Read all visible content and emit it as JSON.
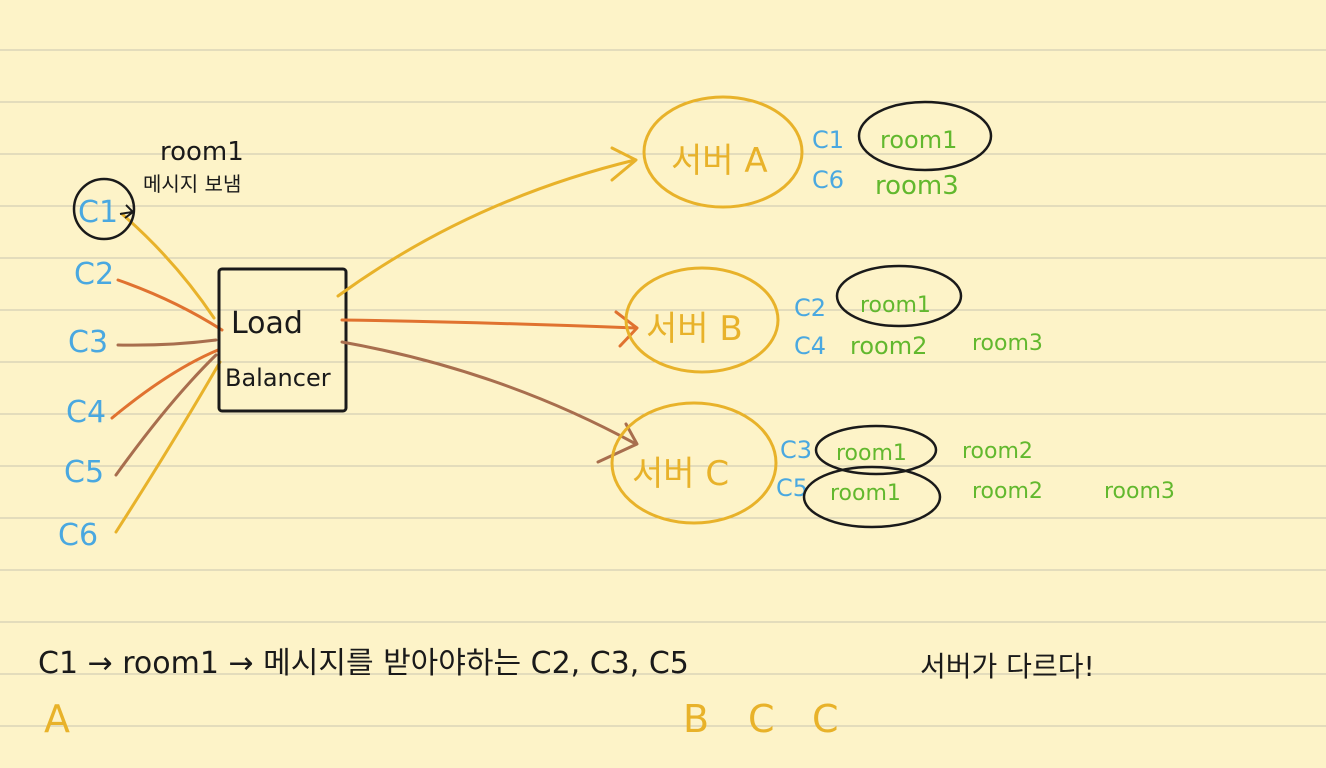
{
  "colors": {
    "paper": "#fdf3c8",
    "rule": "#c9c4b0",
    "ink": "#1a1a1a",
    "client": "#4aa8e0",
    "room": "#62b82e",
    "server": "#e8b22a",
    "orange": "#e07230",
    "brown": "#a86e4e"
  },
  "note": {
    "line1": "room1",
    "line2": "메시지 보냄"
  },
  "clients": [
    "C1",
    "C2",
    "C3",
    "C4",
    "C5",
    "C6"
  ],
  "load_balancer": {
    "line1": "Load",
    "line2": "Balancer"
  },
  "servers": [
    {
      "label": "서버 A",
      "rows": [
        {
          "client": "C1",
          "rooms": [
            "room1"
          ]
        },
        {
          "client": "C6",
          "rooms": [
            "room3"
          ]
        }
      ]
    },
    {
      "label": "서버 B",
      "rows": [
        {
          "client": "C2",
          "rooms": [
            "room1"
          ]
        },
        {
          "client": "C4",
          "rooms": [
            "room2",
            "room3"
          ]
        }
      ]
    },
    {
      "label": "서버 C",
      "rows": [
        {
          "client": "C3",
          "rooms": [
            "room1",
            "room2"
          ]
        },
        {
          "client": "C5",
          "rooms": [
            "room1",
            "room2",
            "room3"
          ]
        }
      ]
    }
  ],
  "bottom": {
    "sentence": "C1 → room1 → 메시지를 받아야하는 C2, C3, C5",
    "conclusion": "서버가 다르다!",
    "sender_server": "A",
    "receiver_servers": [
      "B",
      "C",
      "C"
    ]
  }
}
